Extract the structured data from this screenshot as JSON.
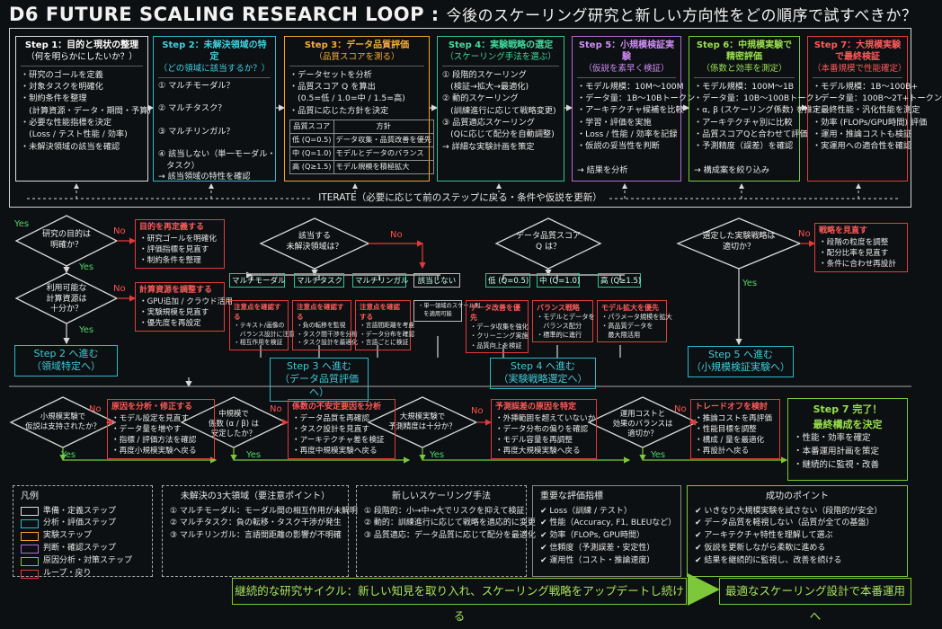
{
  "title": {
    "main": "D6 FUTURE SCALING RESEARCH LOOP : ",
    "sub": "今後のスケーリング研究と新しい方向性をどの順序で試すべきか？"
  },
  "steps": [
    {
      "title": "Step 1：目的と現状の整理",
      "subtitle": "（何を明らかにしたいか？）",
      "items": [
        "・研究のゴールを定義",
        "・対象タスクを明確化",
        "・制約条件を整理",
        "　(計算資源・データ・期間・予算)",
        "・必要な性能指標を決定",
        "　(Loss / テスト性能 / 効率)",
        "・未解決領域の該当を確認"
      ]
    },
    {
      "title": "Step 2：未解決領域の特定",
      "subtitle": "（どの領域に該当するか？）",
      "items": [
        "① マルチモーダル？",
        "",
        "② マルチタスク？",
        "",
        "③ マルチリンガル？",
        "",
        "④ 該当しない（単一モーダル・",
        "　タスク）",
        "→ 該当領域の特性を確認"
      ]
    },
    {
      "title": "Step 3：データ品質評価",
      "subtitle": "（品質スコアを測る）",
      "items": [
        "・データセットを分析",
        "・品質スコア Q を算出",
        "　(0.5=低 / 1.0=中 / 1.5=高)",
        "・品質に応じた方針を決定"
      ],
      "table": {
        "headers": [
          "品質スコア",
          "方針"
        ],
        "rows": [
          [
            "低 (Q=0.5)",
            "データ収集・品質改善を優先"
          ],
          [
            "中 (Q=1.0)",
            "モデルとデータのバランス"
          ],
          [
            "高 (Q≥1.5)",
            "モデル規模を積極拡大"
          ]
        ]
      }
    },
    {
      "title": "Step 4：実験戦略の選定",
      "subtitle": "（スケーリング手法を選ぶ）",
      "items": [
        "① 段階的スケーリング",
        "　(検証→拡大→最適化)",
        "② 動的スケーリング",
        "　(訓練進行に応じて戦略変更)",
        "③ 品質適応スケーリング",
        "　(Qに応じて配分を自動調整)",
        "→ 詳細な実験計画を策定"
      ]
    },
    {
      "title": "Step 5：小規模検証実験",
      "subtitle": "（仮説を素早く検証）",
      "items": [
        "・モデル規模：10M～100M",
        "・データ量：1B～10Bトークン",
        "・アーキテクチャ候補を比較",
        "・学習・評価を実施",
        "・Loss / 性能 / 効率を記録",
        "・仮説の妥当性を判断",
        "",
        "→ 結果を分析"
      ]
    },
    {
      "title": "Step 6：中規模実験で精密評価",
      "subtitle": "（係数と効率を測定）",
      "items": [
        "・モデル規模：100M～1B",
        "・データ量：10B～100Bトークン",
        "・α, β (スケーリング係数) を推定",
        "・アーキテクチャ別に比較",
        "・品質スコアQと合わせて評価",
        "・予測精度（誤差）を確認",
        "",
        "→ 構成案を絞り込み"
      ]
    },
    {
      "title": "Step 7：大規模実験で最終検証",
      "subtitle": "（本番規模で性能確定）",
      "items": [
        "・モデル規模：1B～100B+",
        "・データ量：100B～2T+トークン",
        "・最終性能・汎化性能を測定",
        "・効率 (FLOPs/GPU時間) 評価",
        "・運用・推論コストも検証",
        "・実運用への適合性を確認"
      ]
    }
  ],
  "iterate": "ITERATE（必要に応じて前のステップに戻る・条件や仮説を更新）",
  "yes": "Yes",
  "no": "No",
  "row1": {
    "d_goal": "研究の目的は\n明確か？",
    "d_compute": "利用可能な\n計算資源は\n十分か？",
    "r_goal": {
      "title": "目的を再定義する",
      "items": [
        "・研究ゴールを明確化",
        "・評価指標を見直す",
        "・制約条件を整理"
      ]
    },
    "r_compute": {
      "title": "計算資源を調整する",
      "items": [
        "・GPU追加 / クラウド活用",
        "・実験規模を見直す",
        "・優先度を再設定"
      ]
    },
    "go2": "Step 2 へ進む\n（領域特定へ）",
    "d_domain": "該当する\n未解決領域は？",
    "tags": [
      "マルチモーダル",
      "マルチタスク",
      "マルチリンガル",
      "該当しない"
    ],
    "r_mm": {
      "title": "注意点を確認する",
      "items": [
        "・テキスト/画像の",
        "　バランス設計に注意",
        "・相互作用を検証"
      ]
    },
    "r_mt": {
      "title": "注意点を確認する",
      "items": [
        "・負の転移を監視",
        "・タスク間干渉を分析",
        "・タスク設計を最適化"
      ]
    },
    "r_ml": {
      "title": "注意点を確認する",
      "items": [
        "・言語間距離を考慮",
        "・データ分布を確認",
        "・言語ごとに検証"
      ]
    },
    "r_none": {
      "title": "・単一領域のスケール則",
      "items": [
        "　を適用可能"
      ]
    },
    "go3": "Step 3 へ進む\n（データ品質評価へ）",
    "d_quality": "データ品質スコア\nQ は？",
    "qtags": [
      "低 (Q=0.5)",
      "中 (Q=1.0)",
      "高 (Q≥1.5)"
    ],
    "r_low": {
      "title": "データ改善を優先",
      "items": [
        "・データ収集を強化",
        "・クリーニング実施",
        "・品質向上を検証"
      ]
    },
    "r_mid": {
      "title": "バランス戦略",
      "items": [
        "・モデルとデータを",
        "　バランス配分",
        "・標準的に進行"
      ]
    },
    "r_high": {
      "title": "モデル拡大を優先",
      "items": [
        "・パラメータ規模を拡大",
        "・高品質データを",
        "　最大限活用"
      ]
    },
    "go4": "Step 4 へ進む\n（実験戦略選定へ）",
    "d_strategy": "選定した実験戦略は\n適切か？",
    "r_strategy": {
      "title": "戦略を見直す",
      "items": [
        "・段階の粒度を調整",
        "・配分比率を見直す",
        "・条件に合わせ再設計"
      ]
    },
    "go5": "Step 5 へ進む\n（小規模検証実験へ）"
  },
  "row2": {
    "d_small": "小規模実験で\n仮説は支持されたか？",
    "r_small": {
      "title": "原因を分析・修正する",
      "items": [
        "・モデル設定を見直す",
        "・データ量を増やす",
        "・指標 / 評価方法を確認",
        "・再度小規模実験へ戻る"
      ]
    },
    "d_mid": "中規模で\n係数 (α / β) は\n安定したか？",
    "r_mid": {
      "title": "係数の不安定要因を分析",
      "items": [
        "・データ品質を再確認",
        "・タスク設計を見直す",
        "・アーキテクチャ差を検証",
        "・再度中規模実験へ戻る"
      ]
    },
    "d_large": "大規模実験で\n予測精度は十分か？",
    "r_large": {
      "title": "予測誤差の原因を特定",
      "items": [
        "・外挿範囲を超えていないか",
        "・データ分布の偏りを確認",
        "・モデル容量を再調整",
        "・再度大規模実験へ戻る"
      ]
    },
    "d_cost": "運用コストと\n効果のバランスは\n適切か？",
    "r_cost": {
      "title": "トレードオフを検討",
      "items": [
        "・推論コストを再評価",
        "・性能目標を調整",
        "・構成 / 量を最適化",
        "・再設計へ戻る"
      ]
    },
    "done": {
      "title": "Step 7 完了！",
      "subtitle": "最終構成を決定",
      "items": [
        "・性能・効率を確定",
        "・本番運用計画を策定",
        "・継続的に監視・改善"
      ]
    }
  },
  "legend": {
    "title": "凡例",
    "items": [
      {
        "label": "準備・定義ステップ",
        "color": "#d9dde0"
      },
      {
        "label": "分析・評価ステップ",
        "color": "#2fb7c9"
      },
      {
        "label": "実験ステップ",
        "color": "#f2a12c"
      },
      {
        "label": "判断・確認ステップ",
        "color": "#b06ad8"
      },
      {
        "label": "原因分析・対策ステップ",
        "color": "#7cc83a"
      },
      {
        "label": "ループ・戻り",
        "color": "#e23b3b"
      }
    ]
  },
  "unsolved": {
    "title": "未解決の3大領域（要注意ポイント）",
    "items": [
      "① マルチモーダル：モーダル間の相互作用が未解明",
      "② マルチタスク：負の転移・タスク干渉が発生",
      "③ マルチリンガル：言語間距離の影響が不明確"
    ]
  },
  "methods": {
    "title": "新しいスケーリング手法",
    "items": [
      "① 段階的：小→中→大でリスクを抑えて検証",
      "② 動的：訓練進行に応じて戦略を適応的に変更",
      "③ 品質適応：データ品質に応じて配分を最適化"
    ]
  },
  "metrics": {
    "title": "重要な評価指標",
    "items": [
      "✔ Loss（訓練 / テスト）",
      "✔ 性能（Accuracy, F1, BLEUなど）",
      "✔ 効率（FLOPs, GPU時間）",
      "✔ 信頼度（予測誤差・安定性）",
      "✔ 運用性（コスト・推論速度）"
    ]
  },
  "success": {
    "title": "成功のポイント",
    "items": [
      "✔ いきなり大規模実験を試さない（段階的が安全）",
      "✔ データ品質を軽視しない（品質が全ての基盤）",
      "✔ アーキテクチャ特性を理解して選ぶ",
      "✔ 仮説を更新しながら柔軟に進める",
      "✔ 結果を継続的に監視し、改善を続ける"
    ]
  },
  "footer": {
    "cycle": "継続的な研究サイクル：新しい知見を取り入れ、スケーリング戦略をアップデートし続ける",
    "final": "最適なスケーリング設計で本番運用へ"
  }
}
